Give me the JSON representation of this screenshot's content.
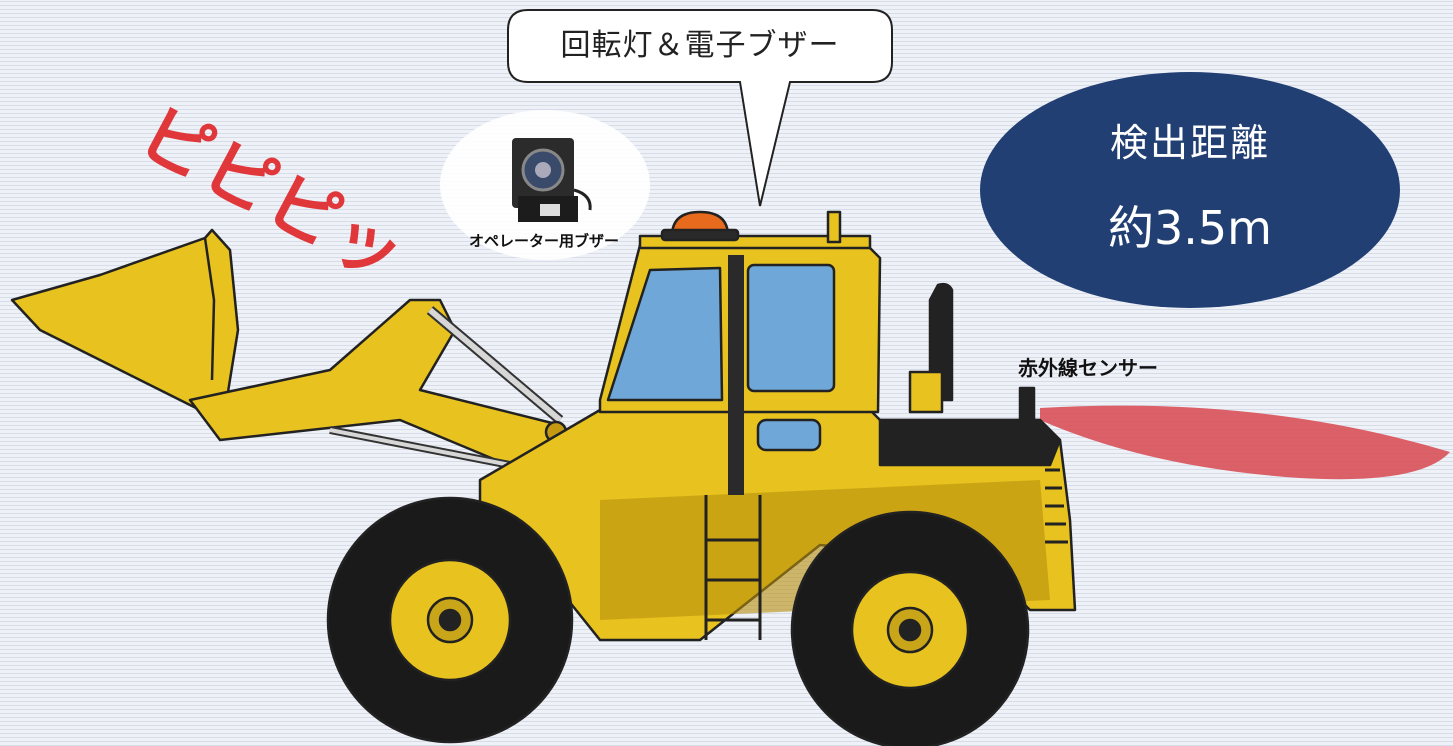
{
  "callout": {
    "text": "回転灯＆電子ブザー"
  },
  "sound_effect": {
    "text": "ピピピッ"
  },
  "buzzer": {
    "label": "オペレーター用ブザー"
  },
  "sensor": {
    "label": "赤外線センサー"
  },
  "detection": {
    "title": "検出距離",
    "value": "約3.5m"
  },
  "colors": {
    "machine_yellow": "#e8c21e",
    "ellipse_navy": "#223f74",
    "beam_red": "#d9545a",
    "beep_red": "#e0383a",
    "window_blue": "#6fa8d8",
    "beacon_orange": "#e86a1c"
  }
}
